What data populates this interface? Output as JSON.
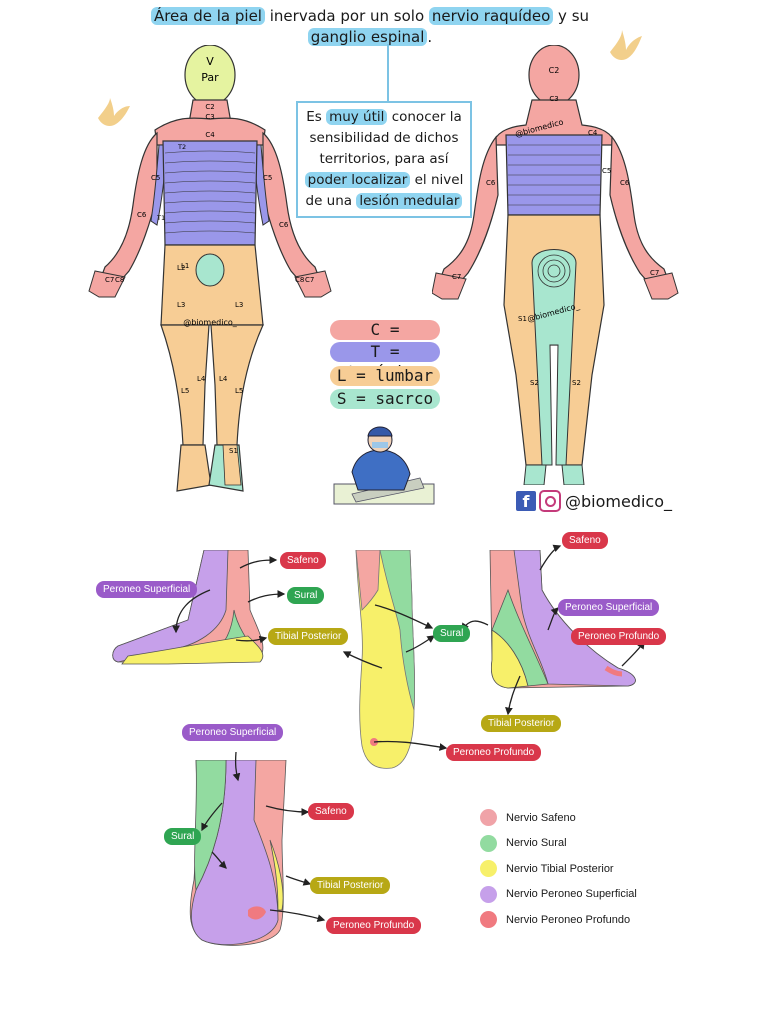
{
  "header": {
    "part1": "Área de la piel",
    "part2": " inervada por un solo ",
    "part3": "nervio raquídeo",
    "part4": " y su",
    "part5": "ganglio espinal",
    "part6": "."
  },
  "info": {
    "l1a": "Es ",
    "l1b": "muy útil",
    "l1c": " conocer la",
    "l2": "sensibilidad de dichos",
    "l3": "territorios, para así",
    "l4a": "poder localizar",
    "l4b": " el nivel",
    "l5a": "de una ",
    "l5b": "lesión medular"
  },
  "body_labels": {
    "v": "V",
    "par": "Par",
    "c2": "C2",
    "c3": "C3",
    "c4": "C4",
    "c5": "C5",
    "c6": "C6",
    "c7": "C7",
    "c8": "C8",
    "t1": "T1",
    "t2": "T2",
    "l1": "L1",
    "l2": "L2",
    "l3": "L3",
    "l4": "L4",
    "l5": "L5",
    "s1": "S1",
    "s2": "S2"
  },
  "watermarks": {
    "front": "@biomedico_",
    "back": "@biomedico_",
    "back_small": "@biomedico"
  },
  "legend": {
    "cervical": "C = cervical",
    "toracico": "T = torácico",
    "lumbar": "L = lumbar",
    "sacro": "S = sacrco"
  },
  "brand": {
    "handle": "@biomedico_",
    "fb": "f"
  },
  "foot_labels": {
    "safeno": "Safeno",
    "sural": "Sural",
    "peroneo_superficial": "Peroneo Superficial",
    "tibial_posterior": "Tibial Posterior",
    "peroneo_profundo": "Peroneo Profundo"
  },
  "foot_legend": [
    {
      "label": "Nervio Safeno",
      "color": "#f0a3a8"
    },
    {
      "label": "Nervio Sural",
      "color": "#92dba0"
    },
    {
      "label": "Nervio Tibial Posterior",
      "color": "#f7f06a"
    },
    {
      "label": "Nervio Peroneo Superficial",
      "color": "#c6a0ea"
    },
    {
      "label": "Nervio Peroneo Profundo",
      "color": "#f07a80"
    }
  ],
  "colors": {
    "cervical": "#f4a6a2",
    "toracico": "#9a97ea",
    "lumbar": "#f7cd95",
    "sacro": "#a8e6cf",
    "face": "#e5f3a0"
  }
}
